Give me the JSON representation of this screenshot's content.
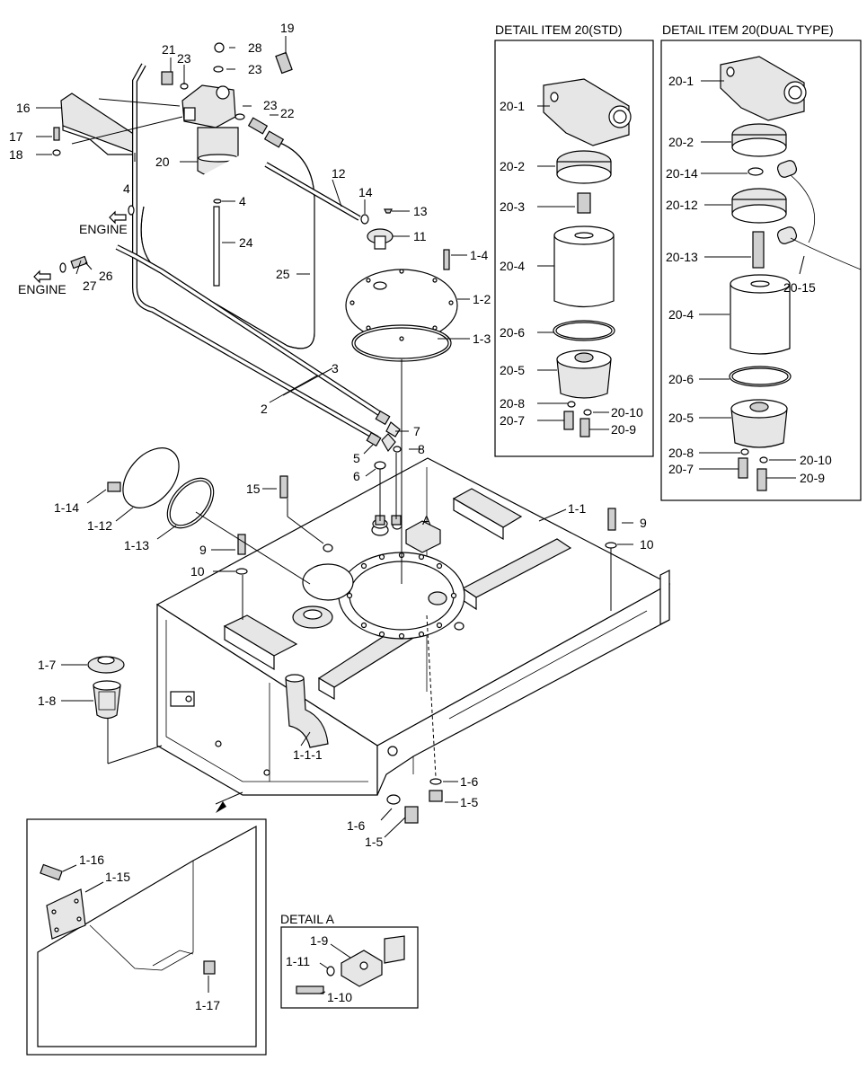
{
  "details": {
    "std_title": "DETAIL ITEM 20(STD)",
    "dual_title": "DETAIL ITEM 20(DUAL TYPE)",
    "a_title": "DETAIL A",
    "a_marker": "A"
  },
  "engine_arrows": [
    "ENGINE",
    "ENGINE"
  ],
  "labels": {
    "main": [
      "19",
      "21",
      "23",
      "28",
      "23",
      "23",
      "22",
      "16",
      "17",
      "18",
      "20",
      "4",
      "4",
      "24",
      "12",
      "14",
      "13",
      "11",
      "1-4",
      "1-2",
      "1-3",
      "25",
      "27",
      "26",
      "3",
      "2",
      "7",
      "5",
      "8",
      "6",
      "15",
      "1-14",
      "1-12",
      "1-13",
      "9",
      "10",
      "1-1",
      "9",
      "10",
      "1-7",
      "1-8",
      "1-1-1",
      "1-6",
      "1-5",
      "1-6",
      "1-5"
    ],
    "std": [
      "20-1",
      "20-2",
      "20-3",
      "20-4",
      "20-6",
      "20-5",
      "20-8",
      "20-7",
      "20-10",
      "20-9"
    ],
    "dual": [
      "20-1",
      "20-2",
      "20-14",
      "20-12",
      "20-13",
      "20-15",
      "20-4",
      "20-6",
      "20-5",
      "20-8",
      "20-7",
      "20-10",
      "20-9"
    ],
    "inset": [
      "1-16",
      "1-15",
      "1-17"
    ],
    "detail_a": [
      "1-9",
      "1-11",
      "1-10"
    ]
  }
}
